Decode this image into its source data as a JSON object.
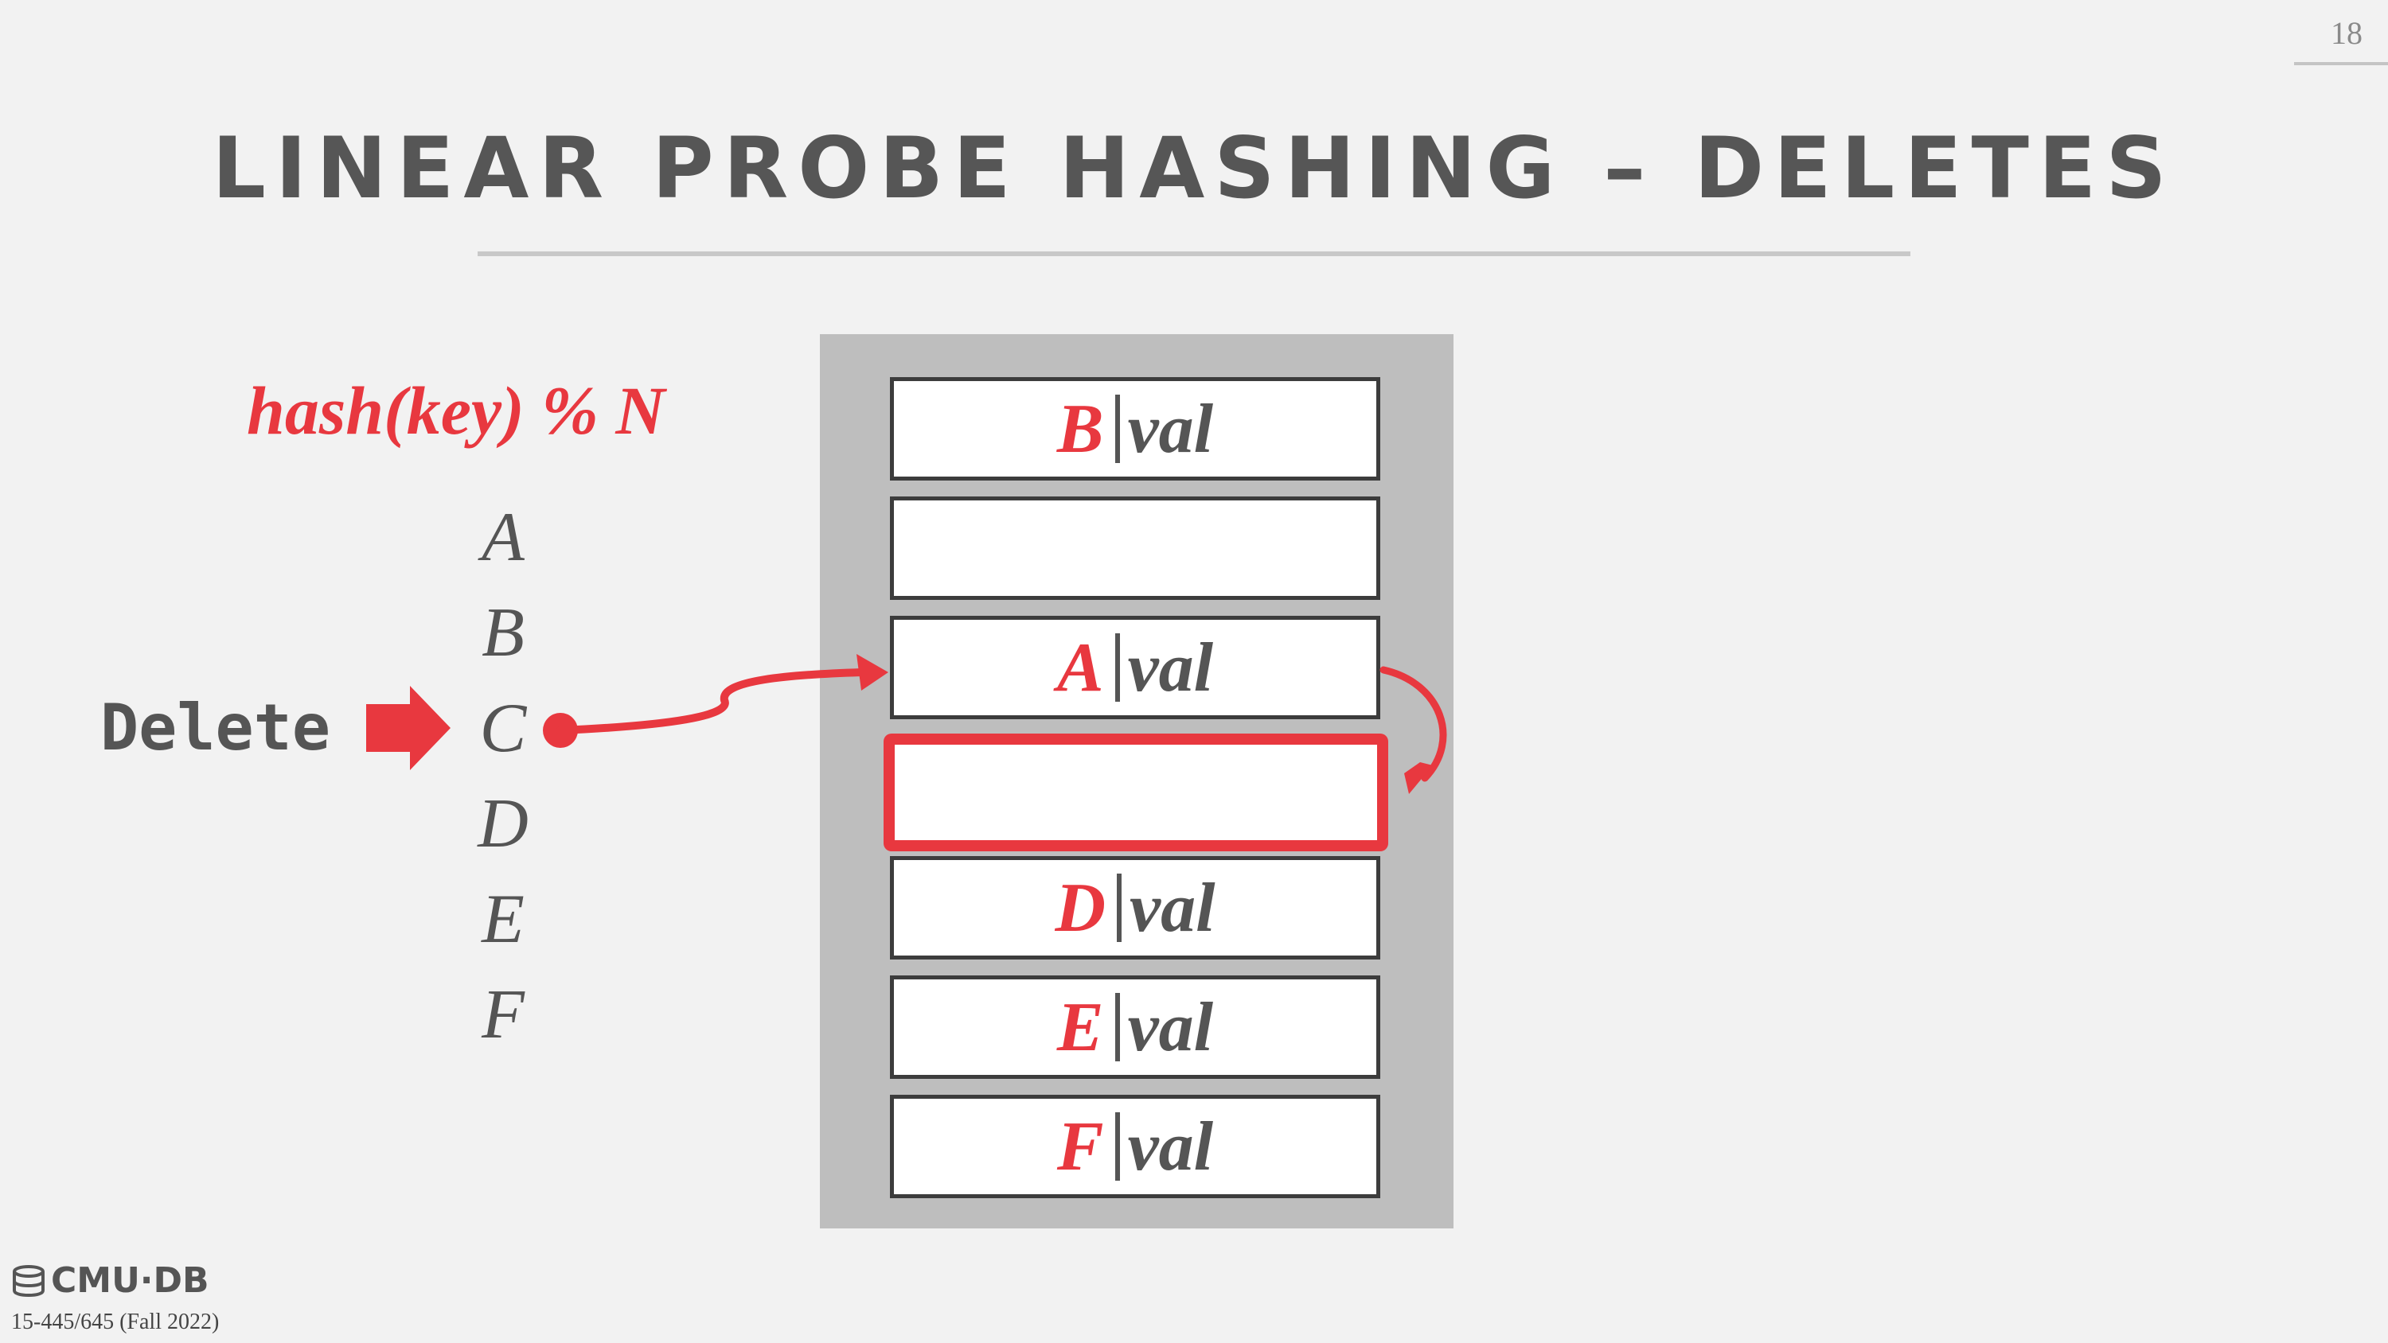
{
  "page_number": "18",
  "title": "LINEAR PROBE HASHING – DELETES",
  "hash_function": "hash(key) % N",
  "keys": [
    "A",
    "B",
    "C",
    "D",
    "E",
    "F"
  ],
  "operation_label": "Delete",
  "slots": [
    {
      "key": "B",
      "value": "val"
    },
    {
      "key": "",
      "value": ""
    },
    {
      "key": "A",
      "value": "val"
    },
    {
      "key": "",
      "value": "",
      "deleted": true
    },
    {
      "key": "D",
      "value": "val"
    },
    {
      "key": "E",
      "value": "val"
    },
    {
      "key": "F",
      "value": "val"
    }
  ],
  "footer": {
    "logo_text": "CMU·DB",
    "course": "15-445/645 (Fall 2022)"
  },
  "colors": {
    "accent": "#e8383f",
    "text": "#555555",
    "table_background": "#bebebe"
  }
}
